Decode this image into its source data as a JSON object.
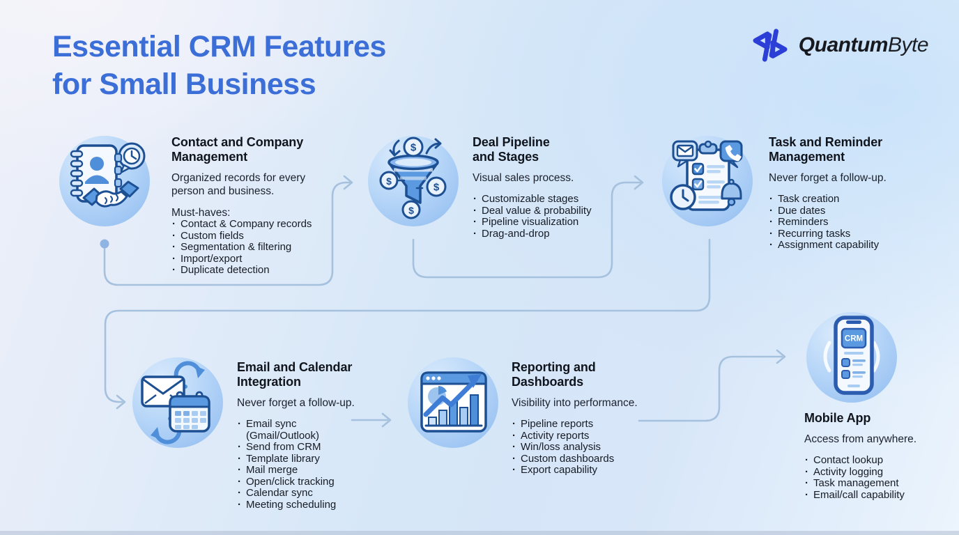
{
  "header": {
    "title_lines": [
      "Essential CRM Features",
      "for Small Business"
    ]
  },
  "brand": {
    "name_bold": "Quantum",
    "name_light": "Byte",
    "logo_icon": "quantumbyte-mark",
    "logo_color": "#2b3fd6"
  },
  "sections": [
    {
      "title_lines": [
        "Contact and Company",
        "Management"
      ],
      "description": "Organized records for every person and business.",
      "list_intro": "Must-haves:",
      "bullets": [
        "Contact & Company records",
        "Custom fields",
        "Segmentation & filtering",
        "Import/export",
        "Duplicate detection"
      ],
      "icon": "contact-book-handshake-icon"
    },
    {
      "title_lines": [
        "Deal Pipeline",
        "and Stages"
      ],
      "description": "Visual sales process.",
      "bullets": [
        "Customizable stages",
        "Deal value & probability",
        "Pipeline visualization",
        "Drag-and-drop"
      ],
      "icon": "sales-funnel-icon",
      "coin_symbol": "$"
    },
    {
      "title_lines": [
        "Task and Reminder",
        "Management"
      ],
      "description": "Never forget a follow-up.",
      "bullets": [
        "Task creation",
        "Due dates",
        "Reminders",
        "Recurring tasks",
        "Assignment capability"
      ],
      "icon": "task-checklist-reminder-icon"
    },
    {
      "title_lines": [
        "Email and Calendar",
        "Integration"
      ],
      "description": "Never forget a follow-up.",
      "bullets": [
        "Email sync (Gmail/Outlook)",
        "Send from CRM",
        "Template library",
        "Mail merge",
        "Open/click tracking",
        "Calendar sync",
        "Meeting scheduling"
      ],
      "icon": "email-calendar-sync-icon"
    },
    {
      "title_lines": [
        "Reporting and",
        "Dashboards"
      ],
      "description": "Visibility into performance.",
      "bullets": [
        "Pipeline reports",
        "Activity reports",
        "Win/loss analysis",
        "Custom dashboards",
        "Export capability"
      ],
      "icon": "dashboard-chart-icon"
    },
    {
      "title_lines": [
        "Mobile App"
      ],
      "description": "Access from anywhere.",
      "bullets": [
        "Contact lookup",
        "Activity logging",
        "Task management",
        "Email/call capability"
      ],
      "icon": "mobile-phone-crm-icon",
      "screen_label": "CRM"
    }
  ],
  "colors": {
    "title_blue": "#3c6ed8",
    "text_dark": "#161b24",
    "connector": "#a6c1de",
    "icon_outline": "#1d4f93",
    "icon_blue": "#4f8fd9",
    "icon_light": "#cfe4fa",
    "circle_fill": "#a9cdf4"
  }
}
